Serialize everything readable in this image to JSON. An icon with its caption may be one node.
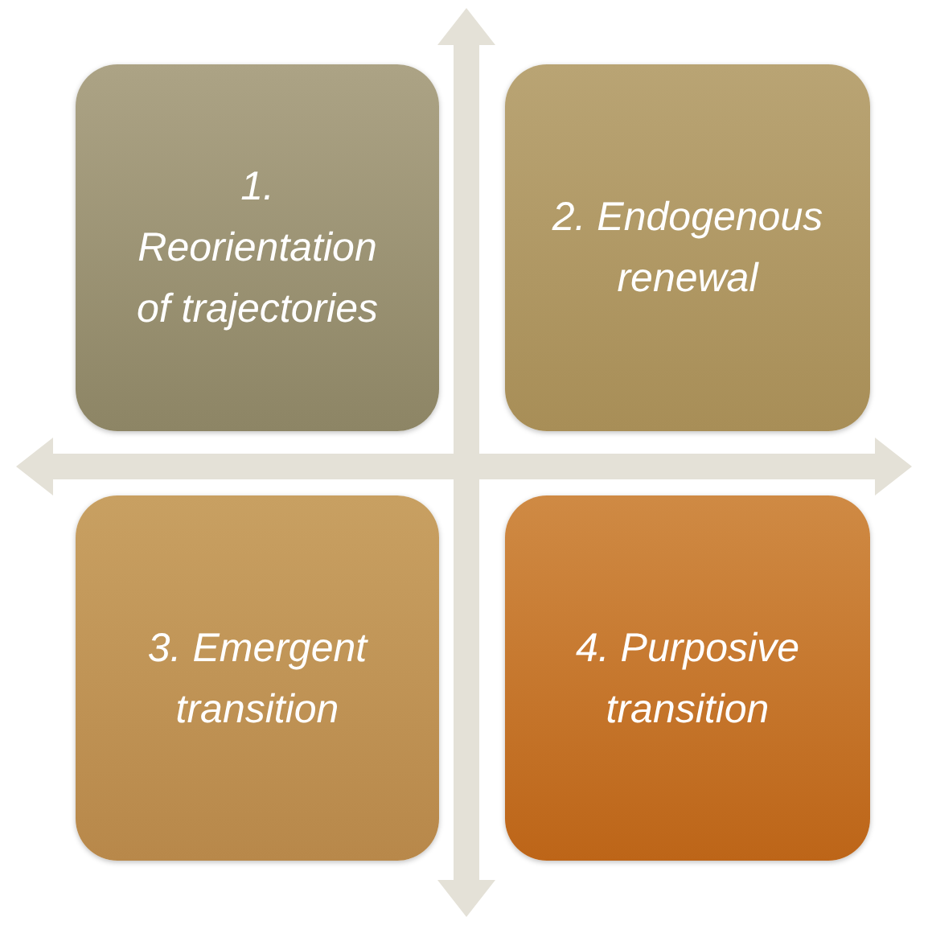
{
  "diagram": {
    "nodes": [
      {
        "text": [
          "1. Reorientation of trajectories"
        ]
      },
      {
        "text": [
          "2. Endogenous renewal"
        ]
      },
      {
        "text": [
          "3. Emergent transition"
        ]
      },
      {
        "text": [
          "4. Purposive transition"
        ]
      }
    ]
  }
}
